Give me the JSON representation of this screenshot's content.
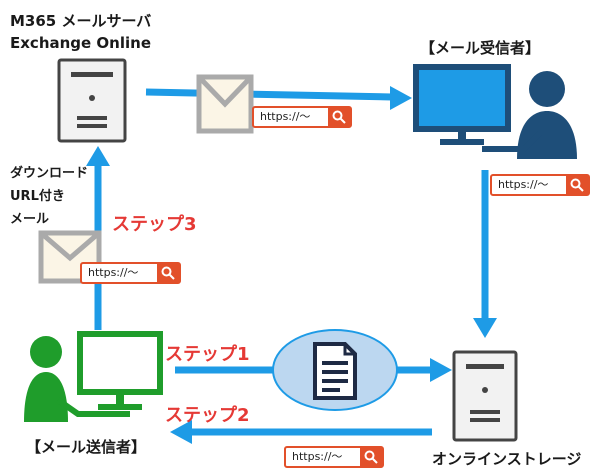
{
  "server": {
    "title_line1": "M365 メールサーバ",
    "title_line2": "Exchange Online"
  },
  "recipient": {
    "label": "【メール受信者】"
  },
  "sender": {
    "label": "【メール送信者】"
  },
  "storage": {
    "label": "オンラインストレージ"
  },
  "download_note": {
    "line1": "ダウンロード",
    "line2": "URL付き",
    "line3": "メール"
  },
  "steps": {
    "step1": "ステップ1",
    "step2": "ステップ2",
    "step3": "ステップ3"
  },
  "url_text": "https://～",
  "colors": {
    "arrow": "#1e9be6",
    "step": "#e53935",
    "recipient_person": "#1e4e79",
    "sender_person": "#1f9d2b",
    "search_border": "#e2502a"
  }
}
